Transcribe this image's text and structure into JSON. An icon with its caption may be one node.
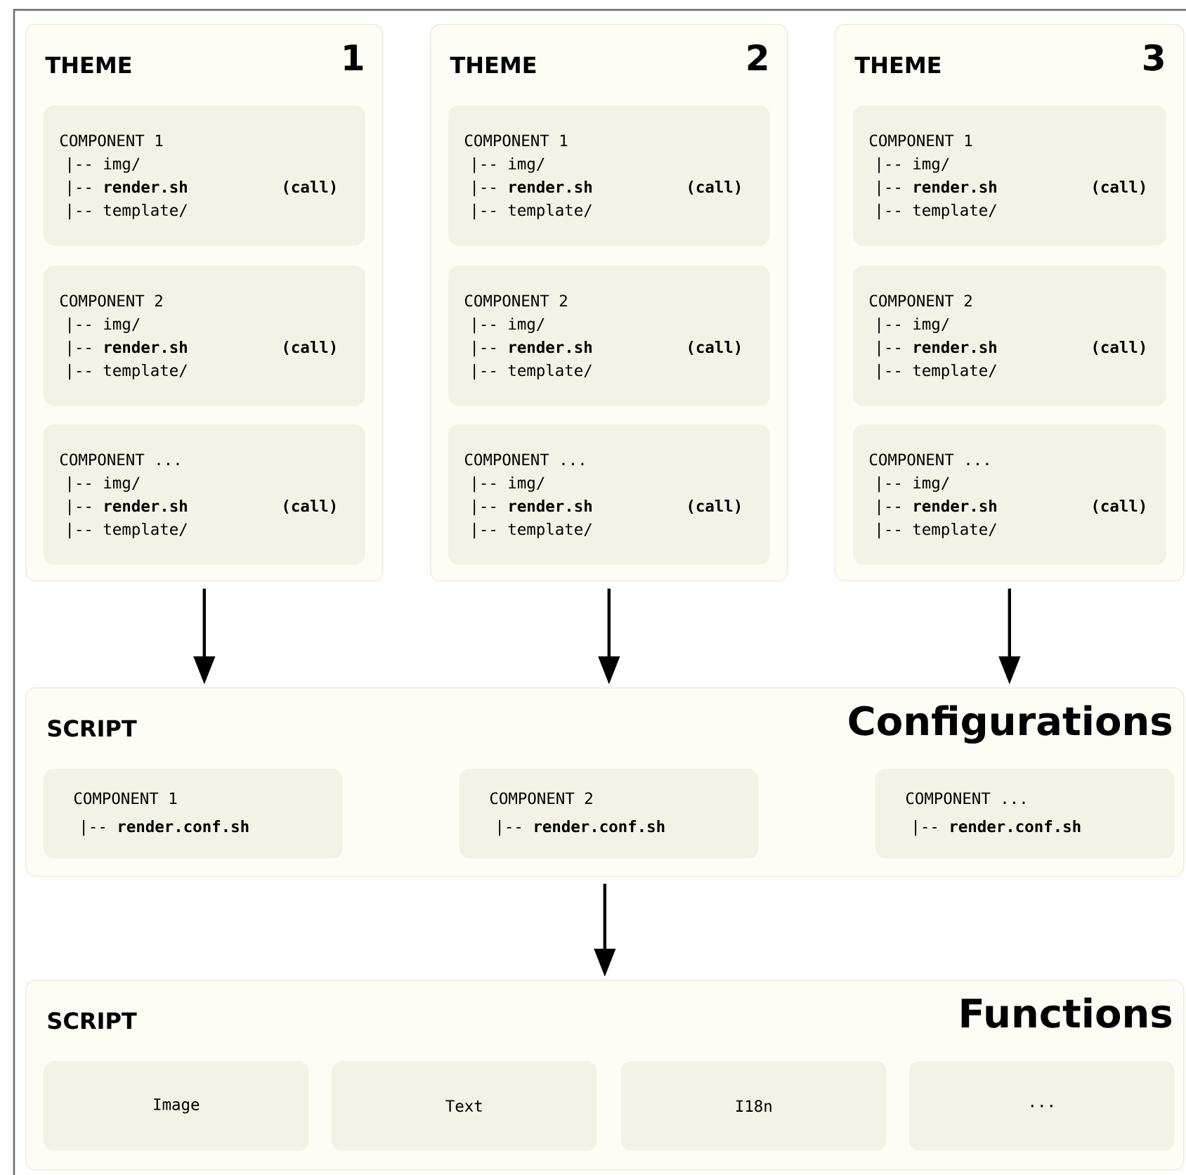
{
  "diagram": {
    "nodes": [
      {
        "text": [
          "THEME",
          "1"
        ]
      },
      {
        "text": [
          "COMPONENT 1",
          "|-- img/",
          "|-- **render.sh**",
          "(call)",
          "|-- template/"
        ],
        "in": 0
      },
      {
        "text": [
          "COMPONENT 2",
          "|-- img/",
          "|-- **render.sh**",
          "(call)",
          "|-- template/"
        ],
        "in": 0
      },
      {
        "text": [
          "COMPONENT ...",
          "|-- img/",
          "|-- **render.sh**",
          "(call)",
          "|-- template/"
        ],
        "in": 0
      },
      {
        "text": [
          "THEME",
          "2"
        ]
      },
      {
        "text": [
          "COMPONENT 1",
          "|-- img/",
          "|-- **render.sh**",
          "(call)",
          "|-- template/"
        ],
        "in": 4
      },
      {
        "text": [
          "COMPONENT 2",
          "|-- img/",
          "|-- **render.sh**",
          "(call)",
          "|-- template/"
        ],
        "in": 4
      },
      {
        "text": [
          "COMPONENT ...",
          "|-- img/",
          "|-- **render.sh**",
          "(call)",
          "|-- template/"
        ],
        "in": 4
      },
      {
        "text": [
          "THEME",
          "3"
        ]
      },
      {
        "text": [
          "COMPONENT 1",
          "|-- img/",
          "|-- **render.sh**",
          "(call)",
          "|-- template/"
        ],
        "in": 8
      },
      {
        "text": [
          "COMPONENT 2",
          "|-- img/",
          "|-- **render.sh**",
          "(call)",
          "|-- template/"
        ],
        "in": 8
      },
      {
        "text": [
          "COMPONENT ...",
          "|-- img/",
          "|-- **render.sh**",
          "(call)",
          "|-- template/"
        ],
        "in": 8
      },
      {
        "text": [
          "SCRIPT",
          "Configurations"
        ]
      },
      {
        "text": [
          "COMPONENT 1",
          "|-- **render.conf.sh**"
        ],
        "in": 12
      },
      {
        "text": [
          "COMPONENT 2",
          "|-- **render.conf.sh**"
        ],
        "in": 12
      },
      {
        "text": [
          "COMPONENT ...",
          "|-- **render.conf.sh**"
        ],
        "in": 12
      },
      {
        "text": [
          "SCRIPT",
          "Functions"
        ]
      },
      {
        "text": [
          "Image"
        ],
        "in": 16
      },
      {
        "text": [
          "Text"
        ],
        "in": 16
      },
      {
        "text": [
          "I18n"
        ],
        "in": 16
      },
      {
        "text": [
          "..."
        ],
        "in": 16
      }
    ],
    "edges": [
      {
        "from": 0,
        "to": 12,
        "arrow": "to"
      },
      {
        "from": 4,
        "to": 12,
        "arrow": "to"
      },
      {
        "from": 8,
        "to": 12,
        "arrow": "to"
      },
      {
        "from": 12,
        "to": 16,
        "arrow": "to"
      }
    ]
  }
}
